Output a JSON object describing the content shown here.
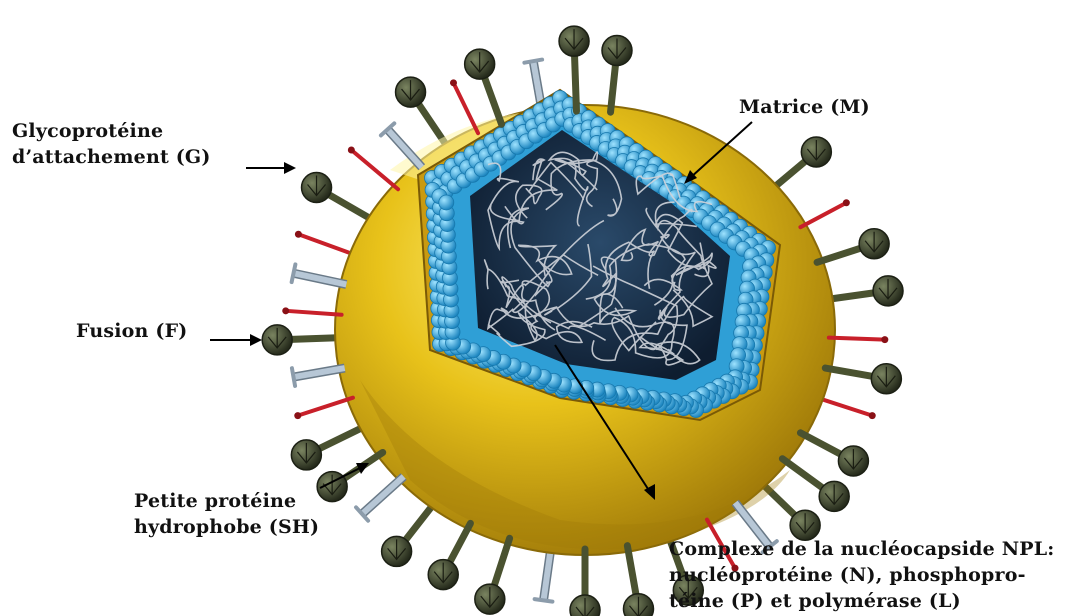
{
  "labels": {
    "g": {
      "line1": "Glycoprotéine",
      "line2": "d’attachement (G)"
    },
    "f": {
      "line1": "Fusion (F)"
    },
    "sh": {
      "line1": "Petite protéine",
      "line2": "hydrophobe (SH)"
    },
    "m": {
      "line1": "Matrice (M)"
    },
    "npl": {
      "line1": "Complexe de la nucléocapside NPL:",
      "line2a": "nucléoprotéine",
      "line2b": "(N),",
      "line2c": "phosphopro-",
      "line3": "téine (P) et polymérase (L)"
    }
  },
  "colors": {
    "envelope": "#e8c21a",
    "envelope_dark": "#b8900c",
    "matrix": "#34aee0",
    "core": "#1d3550",
    "g_spike_head": "#3c4430",
    "g_spike_stem": "#4a5230",
    "h_spike": "#c8202a",
    "f_spike": "#b7c7d6",
    "rna": "#cfd3da",
    "arrow": "#000000"
  }
}
